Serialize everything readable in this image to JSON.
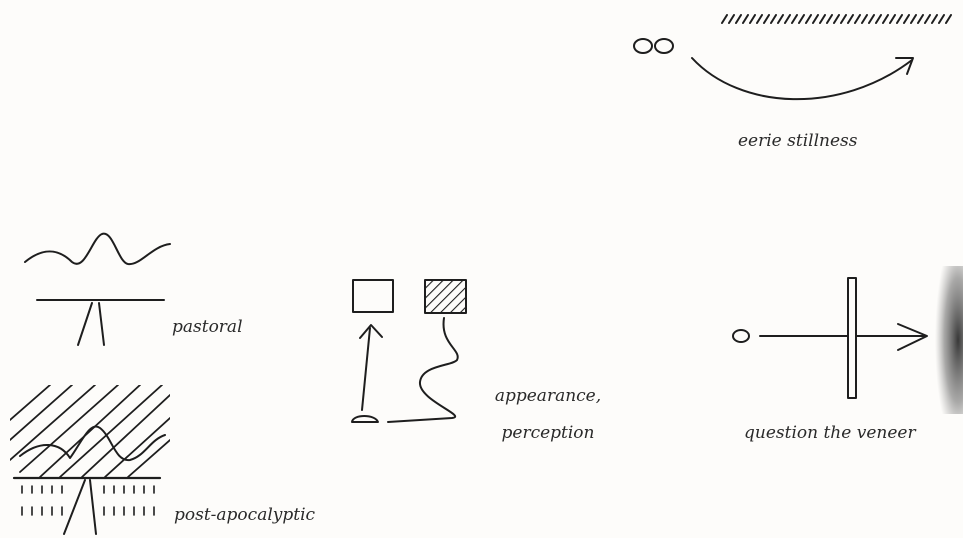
{
  "labels": {
    "eerie": "eerie stillness",
    "pastoral": "pastoral",
    "post_apocalyptic": "post-apocalyptic",
    "appearance": "appearance,",
    "perception": "perception",
    "veneer": "question the veneer"
  },
  "colors": {
    "ink": "#1e1e1e",
    "paper": "#fdfcfa"
  }
}
